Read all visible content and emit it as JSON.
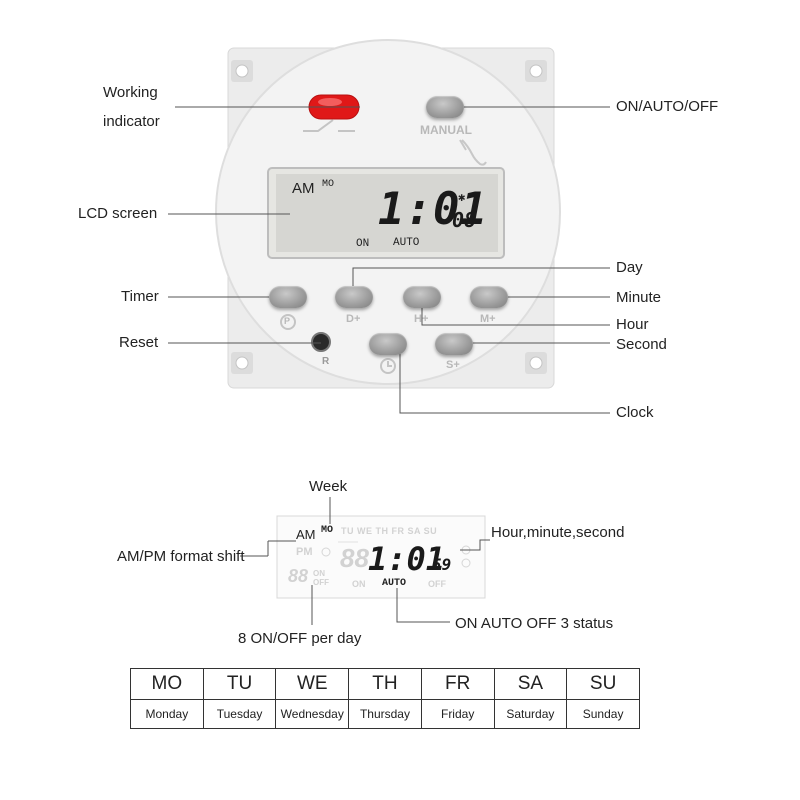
{
  "device": {
    "button_labels": {
      "manual": "MANUAL",
      "day": "D+",
      "hour": "H+",
      "minute": "M+",
      "second": "S+",
      "reset": "R"
    },
    "lcd": {
      "am": "AM",
      "day": "MO",
      "time": "1:01",
      "seconds": "08",
      "on": "ON",
      "auto": "AUTO"
    },
    "colors": {
      "body": "#ececec",
      "lcd": "#d6d6d2",
      "indicator": "#e01818"
    }
  },
  "callouts": {
    "working_indicator_1": "Working",
    "working_indicator_2": "indicator",
    "on_auto_off": "ON/AUTO/OFF",
    "lcd_screen": "LCD screen",
    "day": "Day",
    "timer": "Timer",
    "minute": "Minute",
    "hour": "Hour",
    "reset": "Reset",
    "second": "Second",
    "clock": "Clock"
  },
  "detail": {
    "week_label": "Week",
    "hms_label": "Hour,minute,second",
    "ampm_label": "AM/PM format shift",
    "onoff_label": "8 ON/OFF per day",
    "status_label": "ON AUTO OFF 3 status",
    "lcd": {
      "am": "AM",
      "pm": "PM",
      "mo": "MO",
      "days_ghost": "TU WE TH FR SA SU",
      "time": "1:01",
      "seconds": "59",
      "on_small": "ON",
      "off_small": "OFF",
      "on_bottom": "ON",
      "auto": "AUTO",
      "off_bottom": "OFF",
      "ghost_digits": "88"
    }
  },
  "table": {
    "abbr": [
      "MO",
      "TU",
      "WE",
      "TH",
      "FR",
      "SA",
      "SU"
    ],
    "full": [
      "Monday",
      "Tuesday",
      "Wednesday",
      "Thursday",
      "Friday",
      "Saturday",
      "Sunday"
    ]
  }
}
